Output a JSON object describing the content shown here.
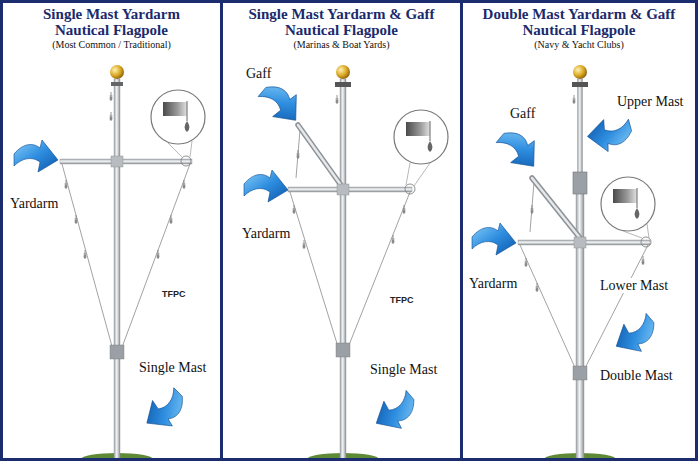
{
  "diagram": {
    "nodes": [
      {
        "text": [
          "Single Mast Yardarm Nautical Flagpole",
          "(Most Common / Traditional)"
        ]
      },
      {
        "text": [
          "Single Mast Yardarm & Gaff Nautical Flagpole",
          "(Marinas & Boat Yards)"
        ]
      },
      {
        "text": [
          "Double Mast Yardarm & Gaff Nautical Flagpole",
          "(Navy & Yacht Clubs)"
        ]
      }
    ],
    "labels": [
      "Yardarm",
      "TFPC",
      "Single Mast",
      "Gaff",
      "Yardarm",
      "TFPC",
      "Single Mast",
      "Gaff",
      "Upper Mast",
      "Yardarm",
      "Lower Mast",
      "Double Mast"
    ]
  }
}
